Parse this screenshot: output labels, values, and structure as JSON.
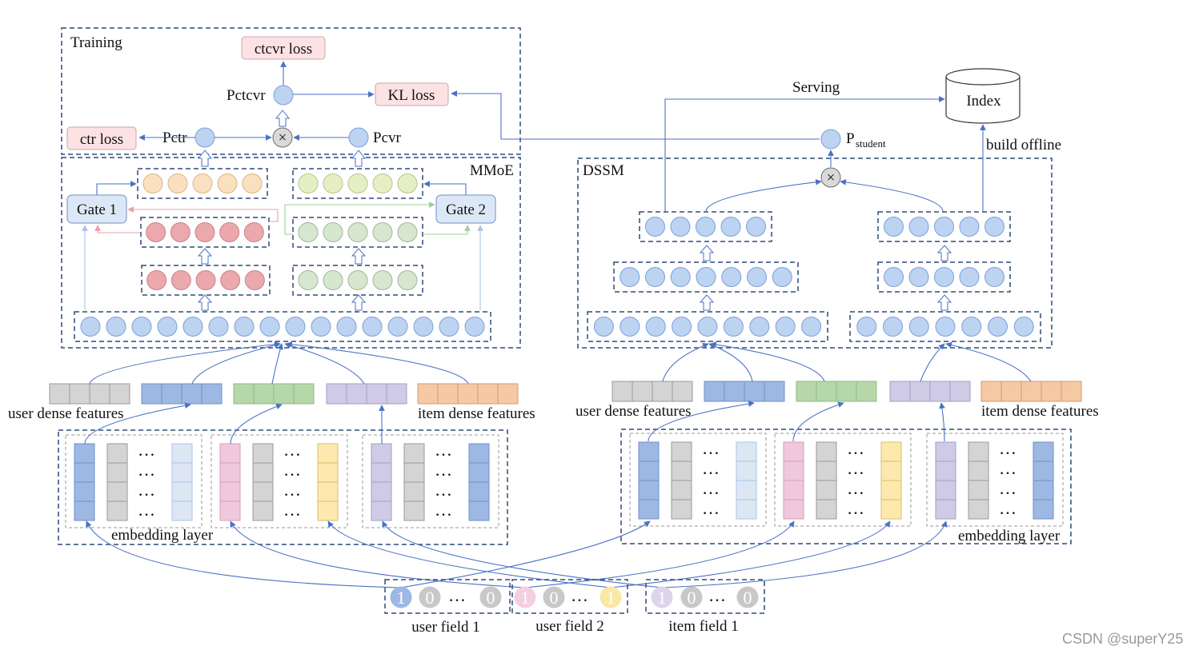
{
  "training": {
    "title": "Training",
    "ctcvr_loss": "ctcvr loss",
    "kl_loss": "KL loss",
    "ctr_loss": "ctr loss",
    "pctcvr": "Pctcvr",
    "pctr": "Pctr",
    "pcvr": "Pcvr"
  },
  "mmoe": {
    "title": "MMoE",
    "gate1": "Gate 1",
    "gate2": "Gate 2"
  },
  "dssm": {
    "title": "DSSM"
  },
  "serving": {
    "serving_label": "Serving",
    "index_label": "Index",
    "build_offline": "build offline",
    "p_student": "P",
    "p_student_sub": "student"
  },
  "features": {
    "user_dense_left": "user dense features",
    "item_dense_left": "item dense features",
    "user_dense_right": "user dense features",
    "item_dense_right": "item dense features",
    "embedding_left": "embedding layer",
    "embedding_right": "embedding layer"
  },
  "fields": {
    "user_field_1": "user field 1",
    "user_field_2": "user field 2",
    "item_field_1": "item field 1",
    "one": "1",
    "zero": "0",
    "ellipsis": "…"
  },
  "multiply_symbol": "×",
  "watermark": "CSDN @superY25",
  "colors": {
    "blue_node": "#bcd3f2",
    "blue_node_stroke": "#7e9fd6",
    "orange_node": "#fbe0c0",
    "yellowgreen_node": "#e6efc4",
    "red_node": "#eba9ad",
    "green_node": "#d7e6cf",
    "gray_cell": "#d4d4d4",
    "blue_cell": "#9db9e3",
    "green_cell": "#b6d7a8",
    "purple_cell": "#cfcbe6",
    "orange_cell": "#f5c9a3",
    "pink_cell": "#f0c8de",
    "yellow_cell": "#fde9ae",
    "light_blue_cell": "#dde7f4",
    "loss_box": "#fde2e4",
    "gate_box": "#dce8f6",
    "dash": "#2f4a78",
    "arrow": "#4a72c4"
  }
}
